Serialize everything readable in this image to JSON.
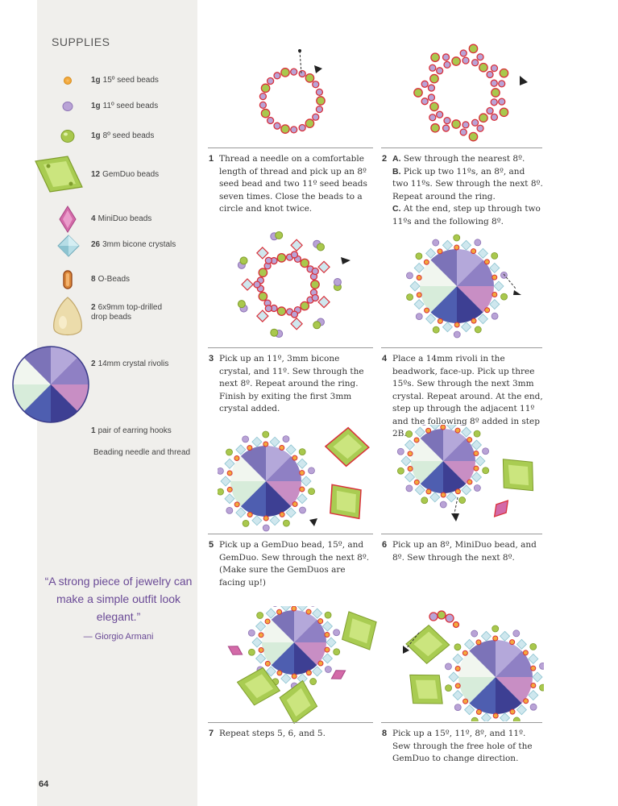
{
  "supplies": {
    "title": "SUPPLIES",
    "items": [
      {
        "qty": "1g",
        "text": "15º seed beads"
      },
      {
        "qty": "1g",
        "text": "11º seed beads"
      },
      {
        "qty": "1g",
        "text": "8º seed beads"
      },
      {
        "qty": "12",
        "text": "GemDuo beads"
      },
      {
        "qty": "4",
        "text": "MiniDuo beads"
      },
      {
        "qty": "26",
        "text": "3mm bicone crystals"
      },
      {
        "qty": "8",
        "text": "O-Beads"
      },
      {
        "qty": "2",
        "text": "6x9mm top-drilled drop beads"
      },
      {
        "qty": "2",
        "text": "14mm crystal rivolis"
      },
      {
        "qty": "1",
        "text": "pair of earring hooks"
      },
      {
        "qty": "",
        "text": "Beading needle and thread"
      }
    ]
  },
  "quote": {
    "text": "“A strong piece of jewelry can make a simple outfit look elegant.”",
    "author": "— Giorgio Armani"
  },
  "page_number": "64",
  "colors": {
    "sidebar": "#f0efec",
    "quote": "#6a4a96",
    "bead_15": "#f3a93c",
    "bead_11": "#b9a3d6",
    "bead_8": "#a9c84d",
    "gemduo": "#a9cc52",
    "thread": "#d9303a"
  },
  "steps": [
    {
      "num": "1",
      "lines": [
        "Thread a needle on a comfortable length of thread and pick up an 8º seed bead and two 11º seed beads seven times. Close the beads to a circle and knot twice."
      ]
    },
    {
      "num": "2",
      "subs": [
        {
          "label": "A.",
          "text": "Sew through the nearest 8º."
        },
        {
          "label": "B.",
          "text": "Pick up two 11ºs, an 8º, and two 11ºs. Sew through the next 8º. Repeat around the ring."
        },
        {
          "label": "C.",
          "text": "At the end, step up through two 11ºs and the following 8º."
        }
      ]
    },
    {
      "num": "3",
      "lines": [
        "Pick up an 11º, 3mm bicone crystal, and 11º. Sew through the next 8º. Repeat around the ring. Finish by exiting the first 3mm crystal added."
      ]
    },
    {
      "num": "4",
      "lines": [
        "Place a 14mm rivoli in the beadwork, face-up. Pick up three 15ºs. Sew through the next 3mm crystal. Repeat around. At the end, step up through the adjacent 11º and the following 8º added in step 2B."
      ]
    },
    {
      "num": "5",
      "lines": [
        "Pick up a GemDuo bead, 15º, and GemDuo. Sew through the next 8º. (Make sure the GemDuos are facing up!)"
      ]
    },
    {
      "num": "6",
      "lines": [
        "Pick up an 8º, MiniDuo bead, and 8º. Sew through the next 8º."
      ]
    },
    {
      "num": "7",
      "lines": [
        "Repeat steps 5, 6, and 5."
      ]
    },
    {
      "num": "8",
      "lines": [
        "Pick up a 15º, 11º, 8º, and 11º. Sew through the free hole of the GemDuo to change direction."
      ]
    }
  ]
}
